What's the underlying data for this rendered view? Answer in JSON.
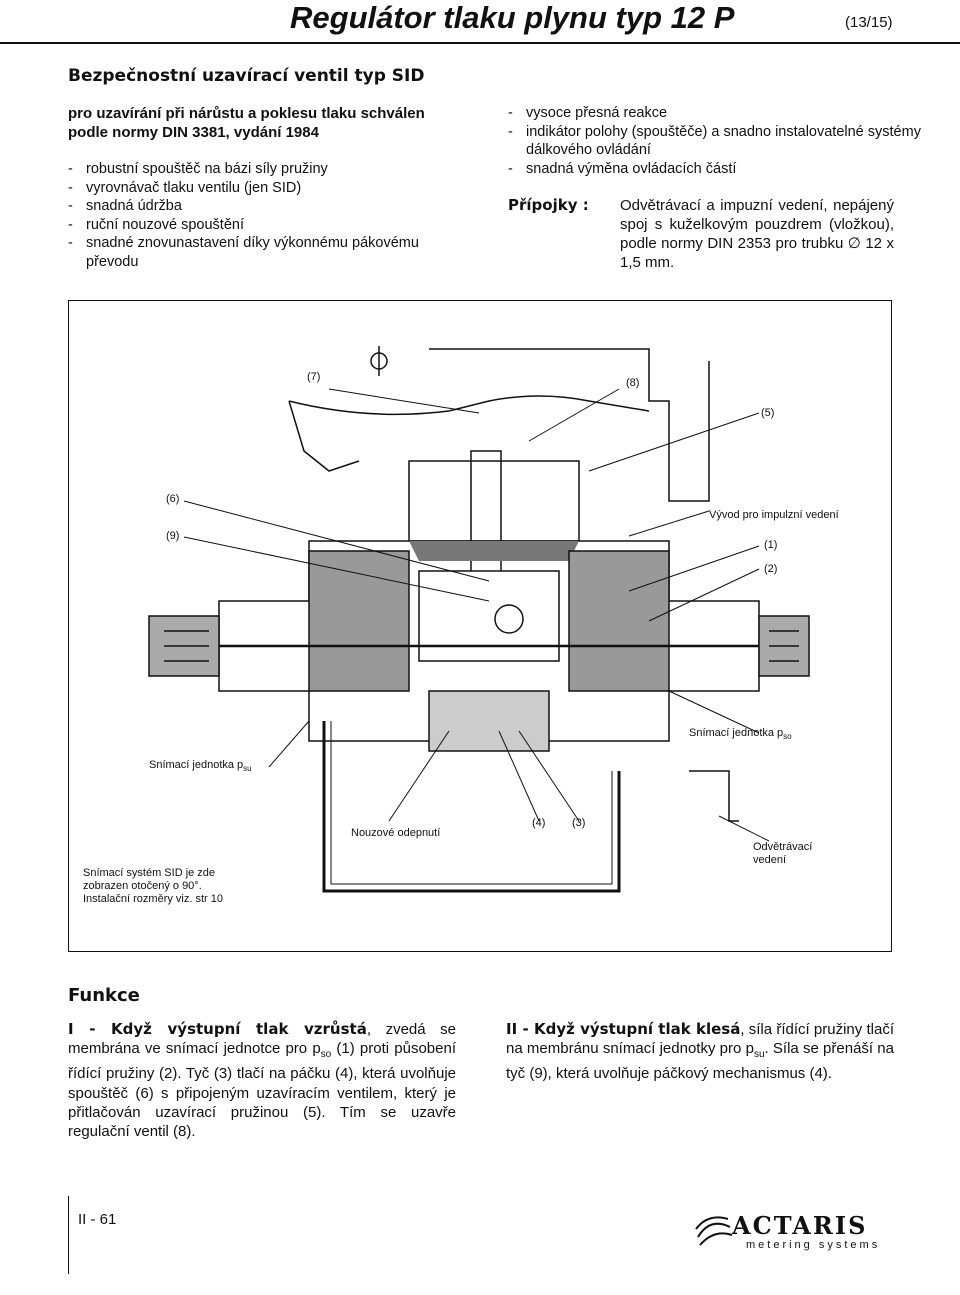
{
  "header": {
    "title": "Regulátor tlaku plynu typ 12 P",
    "page_count": "(13/15)"
  },
  "section": {
    "title": "Bezpečnostní uzavírací ventil typ SID",
    "subtitle": "pro uzavírání při nárůstu a poklesu tlaku schválen podle normy DIN 3381, vydání 1984",
    "features_left": [
      "robustní spouštěč na bázi síly pružiny",
      "vyrovnávač tlaku ventilu (jen SID)",
      "snadná údržba",
      "ruční nouzové spouštění",
      "snadné znovunastavení díky výkonnému pákovému převodu"
    ],
    "features_right": [
      "vysoce přesná reakce",
      "indikátor polohy (spouštěče) a snadno instalovatelné systémy dálkového ovládání",
      "snadná výměna ovládacích částí"
    ],
    "connections_label": "Přípojky :",
    "connections_text": "Odvětrávací a impuzní vedení, nepájený spoj s kuželkovým pouzdrem (vložkou), podle normy DIN 2353 pro trubku ∅ 12 x 1,5 mm."
  },
  "diagram": {
    "labels": {
      "l7": "(7)",
      "l8": "(8)",
      "l5": "(5)",
      "l6": "(6)",
      "l9": "(9)",
      "impulse": "Vývod pro impulzní vedení",
      "l1": "(1)",
      "l2": "(2)",
      "sensor_so": "Snímací jednotka p",
      "sensor_so_sub": "so",
      "sensor_su": "Snímací jednotka p",
      "sensor_su_sub": "su",
      "emergency": "Nouzové odepnutí",
      "l4": "(4)",
      "l3": "(3)",
      "vent_1": "Odvětrávací",
      "vent_2": "vedení",
      "note_1": "Snímací systém SID je zde",
      "note_2": "zobrazen otočený o 90°.",
      "note_3": "Instalační rozměry viz. str 10"
    }
  },
  "function": {
    "title": "Funkce",
    "left_bold": "I - Když výstupní tlak vzrůstá",
    "left_a": ", zvedá se membrána ve snímací jednotce pro p",
    "left_sub": "so",
    "left_b": " (1) proti působení řídící pružiny (2). Tyč (3) tlačí na páčku (4), která uvolňuje spouštěč (6) s připojeným uzavíracím ventilem, který je přitlačován uzavírací pružinou (5). Tím se uzavře regulační ventil (8).",
    "right_bold": "II - Když výstupní tlak klesá",
    "right_a": ", síla řídící pružiny tlačí na membránu snímací jednotky pro p",
    "right_sub": "su",
    "right_b": ". Síla se přenáší na tyč (9), která uvolňuje páčkový mechanismus (4)."
  },
  "footer": {
    "page_number": "II - 61",
    "logo_text": "ACTARIS",
    "logo_tagline": "metering systems"
  }
}
